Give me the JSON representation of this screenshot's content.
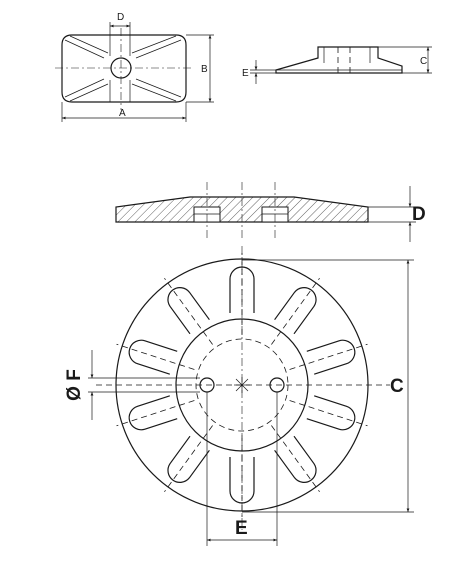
{
  "top_view": {
    "labels": {
      "a": "A",
      "b": "B",
      "d": "D"
    }
  },
  "side_view_small": {
    "labels": {
      "e": "E",
      "c": "C"
    }
  },
  "section_view": {
    "labels": {
      "d": "D"
    }
  },
  "plan_view": {
    "labels": {
      "c": "C",
      "e": "E",
      "f": "Ø F"
    }
  },
  "colors": {
    "line": "#1a1a1a",
    "background": "#ffffff"
  }
}
